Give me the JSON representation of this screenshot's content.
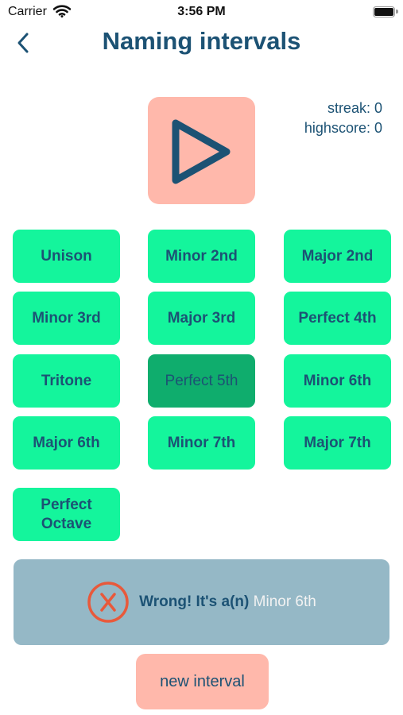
{
  "status_bar": {
    "carrier": "Carrier",
    "time": "3:56 PM"
  },
  "nav": {
    "title": "Naming intervals",
    "back_icon": "chevron-left-icon"
  },
  "play": {
    "icon": "play-triangle-icon"
  },
  "score": {
    "streak_label": "streak:",
    "streak": "0",
    "highscore_label": "highscore:",
    "highscore": "0"
  },
  "intervals": [
    "Unison",
    "Minor 2nd",
    "Major 2nd",
    "Minor 3rd",
    "Major 3rd",
    "Perfect 4th",
    "Tritone",
    "Perfect 5th",
    "Minor 6th",
    "Major 6th",
    "Minor 7th",
    "Major 7th",
    "Perfect Octave"
  ],
  "selected_interval": "Perfect 5th",
  "result": {
    "icon": "wrong-x-circle-icon",
    "prefix": "Wrong! It's a(n)",
    "answer": "Minor 6th"
  },
  "new_interval_label": "new interval",
  "colors": {
    "accent_text": "#1c5274",
    "interval_button": "#14f59c",
    "interval_selected": "#0fad6d",
    "action_button": "#ffb8ab",
    "result_banner": "#95b8c6",
    "wrong_icon": "#e8593b"
  }
}
